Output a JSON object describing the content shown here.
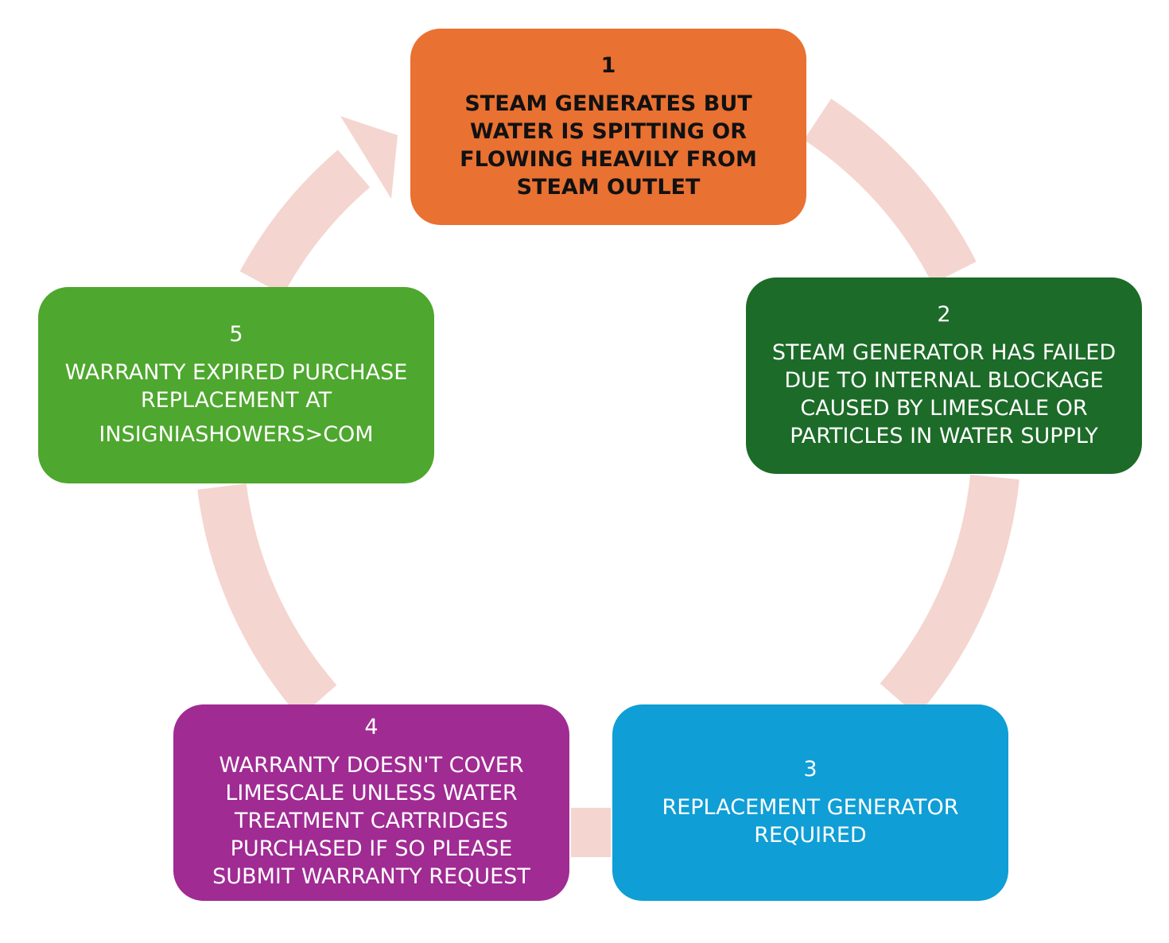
{
  "colors": {
    "ring": "#f5d5cf",
    "step1": "#e97132",
    "step2": "#1c6b28",
    "step3": "#0f9ed5",
    "step4": "#a02b93",
    "step5": "#4ea72e"
  },
  "steps": [
    {
      "number": "1",
      "lines": [
        "STEAM GENERATES BUT",
        "WATER IS SPITTING OR",
        "FLOWING HEAVILY FROM",
        "STEAM OUTLET"
      ]
    },
    {
      "number": "2",
      "lines": [
        "STEAM GENERATOR HAS FAILED",
        "DUE TO INTERNAL BLOCKAGE",
        "CAUSED BY LIMESCALE OR",
        "PARTICLES IN WATER SUPPLY"
      ]
    },
    {
      "number": "3",
      "lines": [
        "REPLACEMENT GENERATOR",
        "REQUIRED"
      ]
    },
    {
      "number": "4",
      "lines": [
        "WARRANTY DOESN'T COVER",
        "LIMESCALE UNLESS WATER",
        "TREATMENT CARTRIDGES",
        "PURCHASED IF SO PLEASE",
        "SUBMIT WARRANTY REQUEST"
      ]
    },
    {
      "number": "5",
      "lines": [
        "WARRANTY EXPIRED PURCHASE",
        "REPLACEMENT AT"
      ],
      "link": "INSIGNIASHOWERS>COM"
    }
  ]
}
